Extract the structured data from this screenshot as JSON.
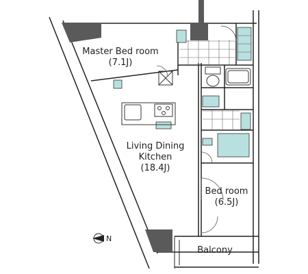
{
  "rooms": {
    "master_bedroom": {
      "name": "Master Bed room",
      "size": "(7.1J)"
    },
    "ldk": {
      "name_line1": "Living Dining",
      "name_line2": "Kitchen",
      "size": "(18.4J)"
    },
    "bedroom": {
      "name": "Bed room",
      "size": "(6.5J)"
    },
    "balcony": {
      "name": "Balcony"
    }
  },
  "compass": {
    "label": "N"
  },
  "colors": {
    "wall": "#5a5a5a",
    "fixture_teal": "#b8e0df",
    "fixture_outline": "#333333",
    "floor_line": "#222222"
  }
}
